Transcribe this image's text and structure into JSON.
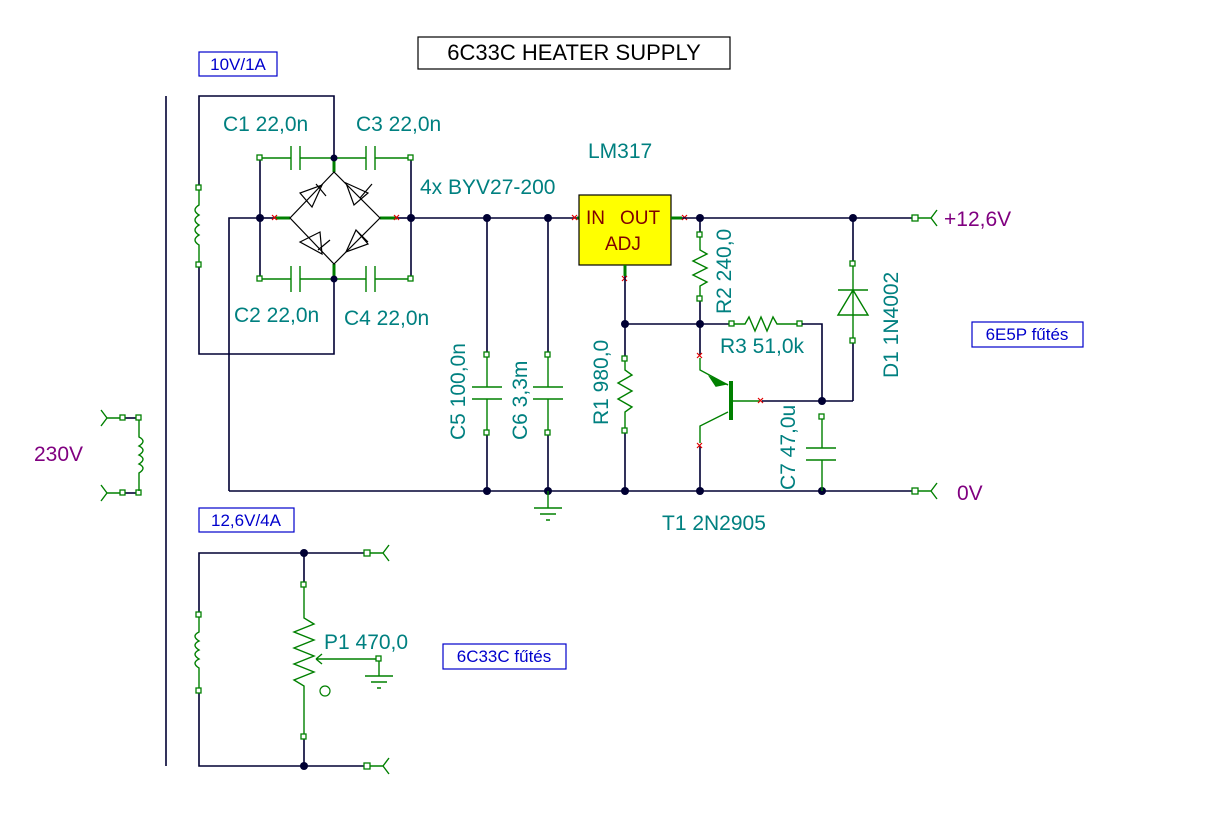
{
  "title": "6C33C HEATER SUPPLY",
  "colors": {
    "wire": "#000033",
    "component": "#008000",
    "component_label": "#008080",
    "net_label": "#800080",
    "note": "#0000cc",
    "regulator_fill": "#ffff00",
    "regulator_text": "#800000",
    "unconnected_marker": "#e00000"
  },
  "notes": {
    "primary_winding_1": "10V/1A",
    "secondary_winding_2": "12,6V/4A",
    "output_1": "6E5P fűtés",
    "output_2": "6C33C fűtés"
  },
  "nets": {
    "mains": "230V",
    "positive_out": "+12,6V",
    "ground_out": "0V"
  },
  "components": {
    "c1": "C1 22,0n",
    "c2": "C2 22,0n",
    "c3": "C3 22,0n",
    "c4": "C4 22,0n",
    "bridge": "4x BYV27-200",
    "regulator": "LM317",
    "regulator_pins": {
      "in": "IN",
      "out": "OUT",
      "adj": "ADJ"
    },
    "c5": "C5 100,0n",
    "c6": "C6 3,3m",
    "r1": "R1 980,0",
    "r2": "R2 240,0",
    "r3": "R3 51,0k",
    "d1": "D1 1N4002",
    "c7": "C7 47,0u",
    "t1": "T1 2N2905",
    "p1": "P1 470,0"
  }
}
